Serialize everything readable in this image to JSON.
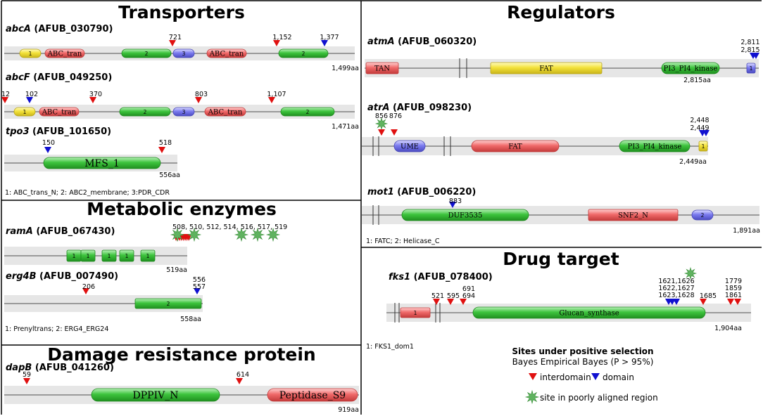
{
  "sections": [
    {
      "key": "transporters",
      "title": "Transporters",
      "footnote": "1: ABC_trans_N; 2: ABC2_membrane; 3:PDR_CDR"
    },
    {
      "key": "metabolic",
      "title": "Metabolic enzymes",
      "footnote": "1: Prenyltrans; 2: ERG4_ERG24"
    },
    {
      "key": "damage",
      "title": "Damage resistance protein",
      "footnote": ""
    },
    {
      "key": "regulators",
      "title": "Regulators",
      "footnote": "1: FATC; 2: Helicase_C"
    },
    {
      "key": "drug",
      "title": "Drug target",
      "footnote": "1: FKS1_dom1"
    }
  ],
  "colors": {
    "green": "#3dc43d",
    "red": "#f06a6a",
    "yellow": "#f3e23a",
    "blue": "#7b7bef",
    "backbone": "#e6e6e6",
    "red_site": "#e01010",
    "blue_site": "#1010d0",
    "star": "#5fb35f"
  },
  "genes": [
    {
      "key": "abcA",
      "symbol": "abcA",
      "id": "(AFUB_030790)",
      "length_label": "1,499aa",
      "domains": [
        {
          "label": "1",
          "color": "yellow"
        },
        {
          "label": "ABC_tran",
          "color": "red"
        },
        {
          "label": "2",
          "color": "green"
        },
        {
          "label": "3",
          "color": "blue"
        },
        {
          "label": "ABC_tran",
          "color": "red"
        },
        {
          "label": "2",
          "color": "green"
        }
      ],
      "sites": [
        {
          "label": "721",
          "type": "interdomain"
        },
        {
          "label": "1,152",
          "type": "interdomain"
        },
        {
          "label": "1,377",
          "type": "domain"
        }
      ]
    },
    {
      "key": "abcF",
      "symbol": "abcF",
      "id": "(AFUB_049250)",
      "length_label": "1,471aa",
      "domains": [
        {
          "label": "1",
          "color": "yellow"
        },
        {
          "label": "ABC_tran",
          "color": "red"
        },
        {
          "label": "2",
          "color": "green"
        },
        {
          "label": "3",
          "color": "blue"
        },
        {
          "label": "ABC_tran",
          "color": "red"
        },
        {
          "label": "2",
          "color": "green"
        }
      ],
      "sites": [
        {
          "label": "12",
          "type": "interdomain"
        },
        {
          "label": "102",
          "type": "domain"
        },
        {
          "label": "370",
          "type": "interdomain"
        },
        {
          "label": "803",
          "type": "interdomain"
        },
        {
          "label": "1,107",
          "type": "interdomain"
        }
      ]
    },
    {
      "key": "tpo3",
      "symbol": "tpo3",
      "id": "(AFUB_101650)",
      "length_label": "556aa",
      "domains": [
        {
          "label": "MFS_1",
          "color": "green"
        }
      ],
      "sites": [
        {
          "label": "150",
          "type": "domain"
        },
        {
          "label": "518",
          "type": "interdomain"
        }
      ]
    },
    {
      "key": "ramA",
      "symbol": "ramA",
      "id": "(AFUB_067430)",
      "length_label": "519aa",
      "domains": [
        {
          "label": "1",
          "color": "green"
        },
        {
          "label": "1",
          "color": "green"
        },
        {
          "label": "1",
          "color": "green"
        },
        {
          "label": "1",
          "color": "green"
        },
        {
          "label": "1",
          "color": "green"
        }
      ],
      "sites": [
        {
          "label": "508, 510, 512, 514, 516, 517, 519",
          "type": "poorly_aligned"
        }
      ]
    },
    {
      "key": "erg4B",
      "symbol": "erg4B",
      "id": "(AFUB_007490)",
      "length_label": "558aa",
      "domains": [
        {
          "label": "2",
          "color": "green"
        }
      ],
      "sites": [
        {
          "label": "206",
          "type": "interdomain"
        },
        {
          "label": "556",
          "type": "domain"
        },
        {
          "label": "557",
          "type": "domain"
        }
      ]
    },
    {
      "key": "dapB",
      "symbol": "dapB",
      "id": "(AFUB_041260)",
      "length_label": "919aa",
      "domains": [
        {
          "label": "DPPIV_N",
          "color": "green"
        },
        {
          "label": "Peptidase_S9",
          "color": "red"
        }
      ],
      "sites": [
        {
          "label": "59",
          "type": "interdomain"
        },
        {
          "label": "614",
          "type": "interdomain"
        }
      ]
    },
    {
      "key": "atmA",
      "symbol": "atmA",
      "id": "(AFUB_060320)",
      "length_label": "2,815aa",
      "domains": [
        {
          "label": "TAN",
          "color": "red"
        },
        {
          "label": "FAT",
          "color": "yellow"
        },
        {
          "label": "PI3_PI4_kinase",
          "color": "green"
        },
        {
          "label": "1",
          "color": "blue"
        }
      ],
      "sites": [
        {
          "label": "2,811",
          "type": "domain"
        },
        {
          "label": "2,815",
          "type": "domain"
        }
      ]
    },
    {
      "key": "atrA",
      "symbol": "atrA",
      "id": "(AFUB_098230)",
      "length_label": "2,449aa",
      "domains": [
        {
          "label": "UME",
          "color": "blue"
        },
        {
          "label": "FAT",
          "color": "red"
        },
        {
          "label": "PI3_PI4_kinase",
          "color": "green"
        },
        {
          "label": "1",
          "color": "yellow"
        }
      ],
      "sites": [
        {
          "label": "856",
          "type": "interdomain"
        },
        {
          "label": "876",
          "type": "interdomain"
        },
        {
          "label": "2,448",
          "type": "domain"
        },
        {
          "label": "2,449",
          "type": "domain"
        }
      ]
    },
    {
      "key": "mot1",
      "symbol": "mot1",
      "id": "(AFUB_006220)",
      "length_label": "1,891aa",
      "domains": [
        {
          "label": "DUF3535",
          "color": "green"
        },
        {
          "label": "SNF2_N",
          "color": "red"
        },
        {
          "label": "2",
          "color": "blue"
        }
      ],
      "sites": [
        {
          "label": "883",
          "type": "domain"
        }
      ]
    },
    {
      "key": "fks1",
      "symbol": "fks1",
      "id": "(AFUB_078400)",
      "length_label": "1,904aa",
      "domains": [
        {
          "label": "1",
          "color": "red"
        },
        {
          "label": "Glucan_synthase",
          "color": "green"
        }
      ],
      "sites": [
        {
          "label": "521",
          "type": "interdomain"
        },
        {
          "label": "595",
          "type": "interdomain"
        },
        {
          "label": "691",
          "type": "interdomain"
        },
        {
          "label": "694",
          "type": "interdomain"
        },
        {
          "label": "1621,1626",
          "type": "domain"
        },
        {
          "label": "1622,1627",
          "type": "domain"
        },
        {
          "label": "1623,1628",
          "type": "domain"
        },
        {
          "label": "1685",
          "type": "interdomain"
        },
        {
          "label": "1779",
          "type": "interdomain"
        },
        {
          "label": "1859",
          "type": "interdomain"
        },
        {
          "label": "1861",
          "type": "interdomain"
        }
      ]
    }
  ],
  "legend": {
    "title": "Sites under positive selection",
    "subtitle": "Bayes Empirical Bayes (P > 95%)",
    "interdomain": "interdomain",
    "domain": "domain",
    "poorly_aligned": "site in poorly aligned region"
  }
}
